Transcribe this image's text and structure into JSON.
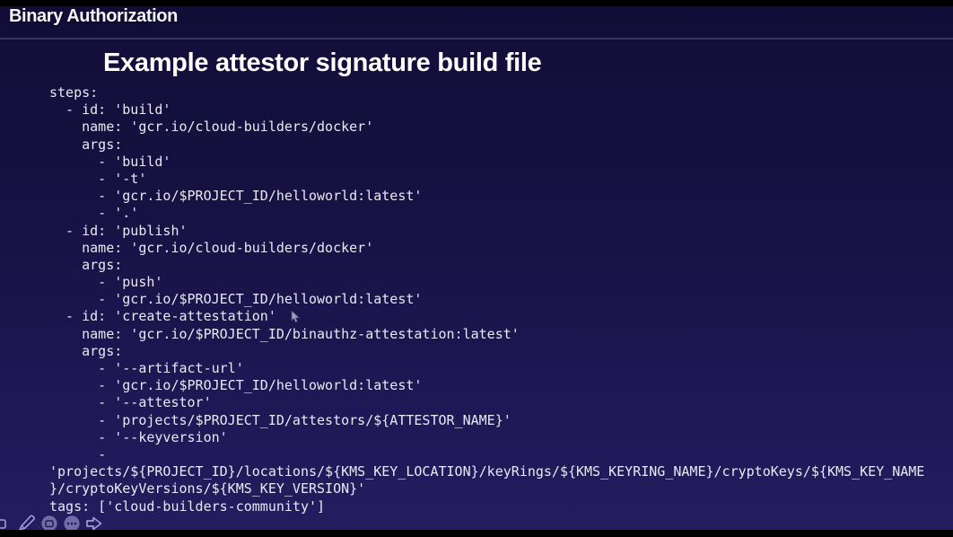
{
  "header": {
    "title": "Binary Authorization"
  },
  "slide": {
    "title": "Example attestor signature build file"
  },
  "code": {
    "language": "yaml",
    "lines": [
      "steps:",
      "  - id: 'build'",
      "    name: 'gcr.io/cloud-builders/docker'",
      "    args:",
      "      - 'build'",
      "      - '-t'",
      "      - 'gcr.io/$PROJECT_ID/helloworld:latest'",
      "      - '.'",
      "  - id: 'publish'",
      "    name: 'gcr.io/cloud-builders/docker'",
      "    args:",
      "      - 'push'",
      "      - 'gcr.io/$PROJECT_ID/helloworld:latest'",
      "  - id: 'create-attestation'",
      "    name: 'gcr.io/$PROJECT_ID/binauthz-attestation:latest'",
      "    args:",
      "      - '--artifact-url'",
      "      - 'gcr.io/$PROJECT_ID/helloworld:latest'",
      "      - '--attestor'",
      "      - 'projects/$PROJECT_ID/attestors/${ATTESTOR_NAME}'",
      "      - '--keyversion'",
      "      -",
      "'projects/${PROJECT_ID}/locations/${KMS_KEY_LOCATION}/keyRings/${KMS_KEYRING_NAME}/cryptoKeys/${KMS_KEY_NAME",
      "}/cryptoKeyVersions/${KMS_KEY_VERSION}'",
      "tags: ['cloud-builders-community']"
    ]
  },
  "toolbar": {
    "icons": [
      "partial-shape-icon",
      "pencil-icon",
      "shape-tool-icon",
      "more-options-icon",
      "next-arrow-icon"
    ]
  },
  "colors": {
    "background_top": "#120d37",
    "background_bottom": "#241d60",
    "divider": "#39345f",
    "heading_text": "#f5f4f8",
    "code_text": "#eae8f2",
    "toolbar_icon": "#a29dd4"
  }
}
